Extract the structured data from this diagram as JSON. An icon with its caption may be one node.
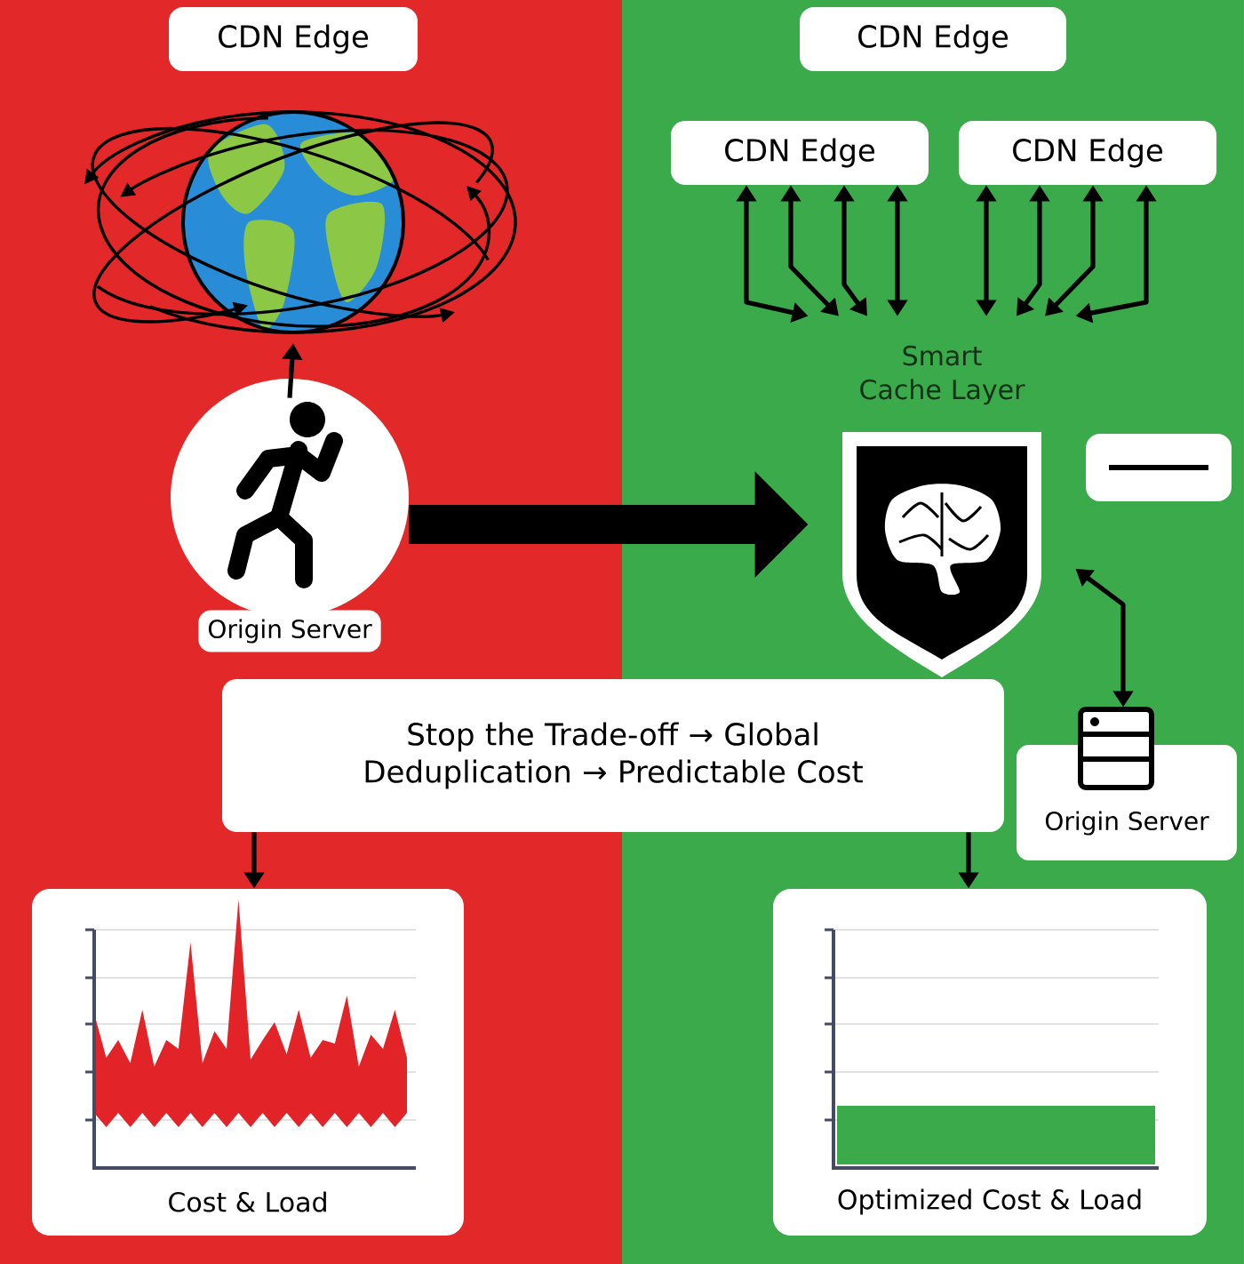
{
  "diagram": {
    "nodes": [
      {
        "text": [
          "CDN Edge"
        ]
      },
      {
        "text": [],
        "shape": "picture"
      },
      {
        "text": [
          "Origin Server"
        ]
      },
      {
        "text": [
          "CDN Edge"
        ]
      },
      {
        "text": [
          "CDN Edge"
        ]
      },
      {
        "text": [
          "CDN Edge"
        ]
      },
      {
        "text": [
          "Smart Cache Layer"
        ]
      },
      {
        "text": [],
        "shape": "box"
      },
      {
        "text": [
          "Origin Server"
        ]
      },
      {
        "text": [
          "Stop the Trade-off → Global Deduplication → Predictable Cost"
        ]
      },
      {
        "text": [
          "Cost & Load"
        ]
      },
      {
        "text": [
          "Optimized Cost & Load"
        ]
      }
    ],
    "edges": [
      {
        "from": 2,
        "to": 1,
        "arrow": "to"
      },
      {
        "from": 2,
        "to": 6,
        "arrow": "to",
        "style": "thick"
      },
      {
        "from": 6,
        "to": 4,
        "arrow": "both"
      },
      {
        "from": 6,
        "to": 4,
        "arrow": "both"
      },
      {
        "from": 6,
        "to": 4,
        "arrow": "both"
      },
      {
        "from": 6,
        "to": 4,
        "arrow": "both"
      },
      {
        "from": 6,
        "to": 5,
        "arrow": "both"
      },
      {
        "from": 6,
        "to": 5,
        "arrow": "both"
      },
      {
        "from": 6,
        "to": 5,
        "arrow": "both"
      },
      {
        "from": 6,
        "to": 5,
        "arrow": "both"
      },
      {
        "from": 6,
        "to": 8,
        "arrow": "both"
      },
      {
        "from": 9,
        "to": 10,
        "arrow": "to"
      },
      {
        "from": 9,
        "to": 11,
        "arrow": "to"
      }
    ]
  }
}
